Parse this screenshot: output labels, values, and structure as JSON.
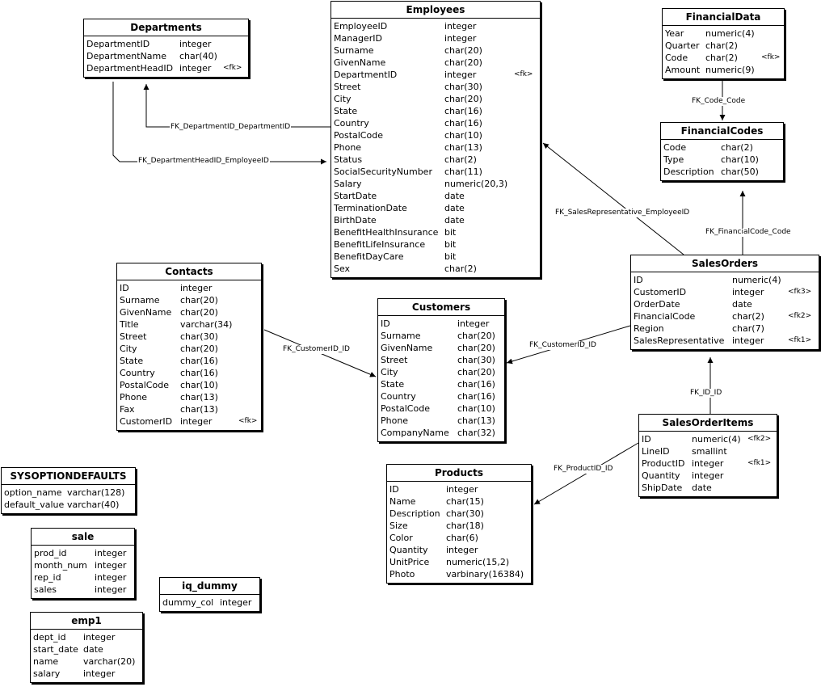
{
  "entities": [
    {
      "name": "Employees",
      "columns": [
        {
          "name": "EmployeeID",
          "type": "integer",
          "key": ""
        },
        {
          "name": "ManagerID",
          "type": "integer",
          "key": ""
        },
        {
          "name": "Surname",
          "type": "char(20)",
          "key": ""
        },
        {
          "name": "GivenName",
          "type": "char(20)",
          "key": ""
        },
        {
          "name": "DepartmentID",
          "type": "integer",
          "key": "<fk>"
        },
        {
          "name": "Street",
          "type": "char(30)",
          "key": ""
        },
        {
          "name": "City",
          "type": "char(20)",
          "key": ""
        },
        {
          "name": "State",
          "type": "char(16)",
          "key": ""
        },
        {
          "name": "Country",
          "type": "char(16)",
          "key": ""
        },
        {
          "name": "PostalCode",
          "type": "char(10)",
          "key": ""
        },
        {
          "name": "Phone",
          "type": "char(13)",
          "key": ""
        },
        {
          "name": "Status",
          "type": "char(2)",
          "key": ""
        },
        {
          "name": "SocialSecurityNumber",
          "type": "char(11)",
          "key": ""
        },
        {
          "name": "Salary",
          "type": "numeric(20,3)",
          "key": ""
        },
        {
          "name": "StartDate",
          "type": "date",
          "key": ""
        },
        {
          "name": "TerminationDate",
          "type": "date",
          "key": ""
        },
        {
          "name": "BirthDate",
          "type": "date",
          "key": ""
        },
        {
          "name": "BenefitHealthInsurance",
          "type": "bit",
          "key": ""
        },
        {
          "name": "BenefitLifeInsurance",
          "type": "bit",
          "key": ""
        },
        {
          "name": "BenefitDayCare",
          "type": "bit",
          "key": ""
        },
        {
          "name": "Sex",
          "type": "char(2)",
          "key": ""
        }
      ]
    },
    {
      "name": "Departments",
      "columns": [
        {
          "name": "DepartmentID",
          "type": "integer",
          "key": ""
        },
        {
          "name": "DepartmentName",
          "type": "char(40)",
          "key": ""
        },
        {
          "name": "DepartmentHeadID",
          "type": "integer",
          "key": "<fk>"
        }
      ]
    },
    {
      "name": "FinancialData",
      "columns": [
        {
          "name": "Year",
          "type": "numeric(4)",
          "key": ""
        },
        {
          "name": "Quarter",
          "type": "char(2)",
          "key": ""
        },
        {
          "name": "Code",
          "type": "char(2)",
          "key": "<fk>"
        },
        {
          "name": "Amount",
          "type": "numeric(9)",
          "key": ""
        }
      ]
    },
    {
      "name": "FinancialCodes",
      "columns": [
        {
          "name": "Code",
          "type": "char(2)",
          "key": ""
        },
        {
          "name": "Type",
          "type": "char(10)",
          "key": ""
        },
        {
          "name": "Description",
          "type": "char(50)",
          "key": ""
        }
      ]
    },
    {
      "name": "Contacts",
      "columns": [
        {
          "name": "ID",
          "type": "integer",
          "key": ""
        },
        {
          "name": "Surname",
          "type": "char(20)",
          "key": ""
        },
        {
          "name": "GivenName",
          "type": "char(20)",
          "key": ""
        },
        {
          "name": "Title",
          "type": "varchar(34)",
          "key": ""
        },
        {
          "name": "Street",
          "type": "char(30)",
          "key": ""
        },
        {
          "name": "City",
          "type": "char(20)",
          "key": ""
        },
        {
          "name": "State",
          "type": "char(16)",
          "key": ""
        },
        {
          "name": "Country",
          "type": "char(16)",
          "key": ""
        },
        {
          "name": "PostalCode",
          "type": "char(10)",
          "key": ""
        },
        {
          "name": "Phone",
          "type": "char(13)",
          "key": ""
        },
        {
          "name": "Fax",
          "type": "char(13)",
          "key": ""
        },
        {
          "name": "CustomerID",
          "type": "integer",
          "key": "<fk>"
        }
      ]
    },
    {
      "name": "Customers",
      "columns": [
        {
          "name": "ID",
          "type": "integer",
          "key": ""
        },
        {
          "name": "Surname",
          "type": "char(20)",
          "key": ""
        },
        {
          "name": "GivenName",
          "type": "char(20)",
          "key": ""
        },
        {
          "name": "Street",
          "type": "char(30)",
          "key": ""
        },
        {
          "name": "City",
          "type": "char(20)",
          "key": ""
        },
        {
          "name": "State",
          "type": "char(16)",
          "key": ""
        },
        {
          "name": "Country",
          "type": "char(16)",
          "key": ""
        },
        {
          "name": "PostalCode",
          "type": "char(10)",
          "key": ""
        },
        {
          "name": "Phone",
          "type": "char(13)",
          "key": ""
        },
        {
          "name": "CompanyName",
          "type": "char(32)",
          "key": ""
        }
      ]
    },
    {
      "name": "SalesOrders",
      "columns": [
        {
          "name": "ID",
          "type": "numeric(4)",
          "key": ""
        },
        {
          "name": "CustomerID",
          "type": "integer",
          "key": "<fk3>"
        },
        {
          "name": "OrderDate",
          "type": "date",
          "key": ""
        },
        {
          "name": "FinancialCode",
          "type": "char(2)",
          "key": "<fk2>"
        },
        {
          "name": "Region",
          "type": "char(7)",
          "key": ""
        },
        {
          "name": "SalesRepresentative",
          "type": "integer",
          "key": "<fk1>"
        }
      ]
    },
    {
      "name": "SalesOrderItems",
      "columns": [
        {
          "name": "ID",
          "type": "numeric(4)",
          "key": "<fk2>"
        },
        {
          "name": "LineID",
          "type": "smallint",
          "key": ""
        },
        {
          "name": "ProductID",
          "type": "integer",
          "key": "<fk1>"
        },
        {
          "name": "Quantity",
          "type": "integer",
          "key": ""
        },
        {
          "name": "ShipDate",
          "type": "date",
          "key": ""
        }
      ]
    },
    {
      "name": "Products",
      "columns": [
        {
          "name": "ID",
          "type": "integer",
          "key": ""
        },
        {
          "name": "Name",
          "type": "char(15)",
          "key": ""
        },
        {
          "name": "Description",
          "type": "char(30)",
          "key": ""
        },
        {
          "name": "Size",
          "type": "char(18)",
          "key": ""
        },
        {
          "name": "Color",
          "type": "char(6)",
          "key": ""
        },
        {
          "name": "Quantity",
          "type": "integer",
          "key": ""
        },
        {
          "name": "UnitPrice",
          "type": "numeric(15,2)",
          "key": ""
        },
        {
          "name": "Photo",
          "type": "varbinary(16384)",
          "key": ""
        }
      ]
    },
    {
      "name": "SYSOPTIONDEFAULTS",
      "columns": [
        {
          "name": "option_name",
          "type": "varchar(128)",
          "key": ""
        },
        {
          "name": "default_value",
          "type": "varchar(40)",
          "key": ""
        }
      ]
    },
    {
      "name": "sale",
      "columns": [
        {
          "name": "prod_id",
          "type": "integer",
          "key": ""
        },
        {
          "name": "month_num",
          "type": "integer",
          "key": ""
        },
        {
          "name": "rep_id",
          "type": "integer",
          "key": ""
        },
        {
          "name": "sales",
          "type": "integer",
          "key": ""
        }
      ]
    },
    {
      "name": "iq_dummy",
      "columns": [
        {
          "name": "dummy_col",
          "type": "integer",
          "key": ""
        }
      ]
    },
    {
      "name": "emp1",
      "columns": [
        {
          "name": "dept_id",
          "type": "integer",
          "key": ""
        },
        {
          "name": "start_date",
          "type": "date",
          "key": ""
        },
        {
          "name": "name",
          "type": "varchar(20)",
          "key": ""
        },
        {
          "name": "salary",
          "type": "integer",
          "key": ""
        }
      ]
    }
  ],
  "relationships": [
    {
      "label": "FK_DepartmentID_DepartmentID",
      "from": "Employees",
      "to": "Departments"
    },
    {
      "label": "FK_DepartmentHeadID_EmployeeID",
      "from": "Departments",
      "to": "Employees"
    },
    {
      "label": "FK_Code_Code",
      "from": "FinancialData",
      "to": "FinancialCodes"
    },
    {
      "label": "FK_SalesRepresentative_EmployeeID",
      "from": "SalesOrders",
      "to": "Employees"
    },
    {
      "label": "FK_FinancialCode_Code",
      "from": "SalesOrders",
      "to": "FinancialCodes"
    },
    {
      "label": "FK_CustomerID_ID",
      "from": "SalesOrders",
      "to": "Customers"
    },
    {
      "label": "FK_CustomerID_ID",
      "from": "Contacts",
      "to": "Customers"
    },
    {
      "label": "FK_ID_ID",
      "from": "SalesOrderItems",
      "to": "SalesOrders"
    },
    {
      "label": "FK_ProductID_ID",
      "from": "SalesOrderItems",
      "to": "Products"
    }
  ]
}
